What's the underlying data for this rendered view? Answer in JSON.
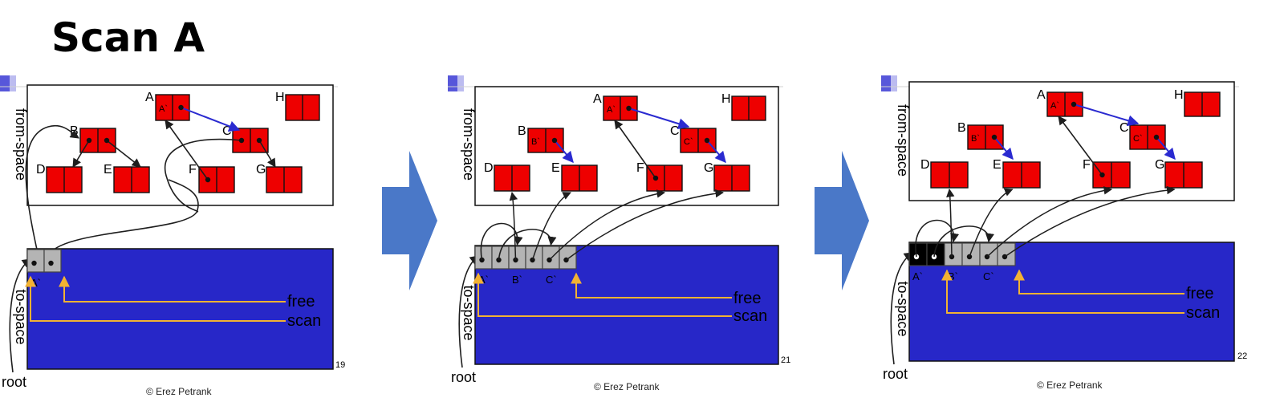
{
  "title": "Scan A",
  "colors": {
    "object_fill": "#ee0000",
    "to_space": "#2727c8",
    "pointer_line": "#1e1e1e",
    "forward_pointer": "#2a2ad0",
    "free_scan": "#f2b233",
    "cell_gray": "#b4b4b4",
    "cell_black": "#000000",
    "arrow_fill": "#4a78c8",
    "edge_mark": "#3a3ad4"
  },
  "icons": [
    "right-arrow-icon",
    "right-arrow-icon"
  ],
  "panels": [
    {
      "page_number": "19",
      "copyright": "© Erez Petrank",
      "from_space_label": "from-space",
      "to_space_label": "to-space",
      "root_label": "root",
      "free_label": "free",
      "scan_label": "scan",
      "objects": [
        {
          "letter": "A",
          "inner": "A`"
        },
        {
          "letter": "B",
          "inner": ""
        },
        {
          "letter": "C",
          "inner": ""
        },
        {
          "letter": "D",
          "inner": ""
        },
        {
          "letter": "E",
          "inner": ""
        },
        {
          "letter": "F",
          "inner": ""
        },
        {
          "letter": "G",
          "inner": ""
        },
        {
          "letter": "H",
          "inner": ""
        }
      ],
      "to_space_cells": [
        {
          "label": "A`",
          "style": "gray"
        }
      ]
    },
    {
      "page_number": "21",
      "copyright": "© Erez Petrank",
      "from_space_label": "from-space",
      "to_space_label": "to-space",
      "root_label": "root",
      "free_label": "free",
      "scan_label": "scan",
      "objects": [
        {
          "letter": "A",
          "inner": "A`"
        },
        {
          "letter": "B",
          "inner": "B`"
        },
        {
          "letter": "C",
          "inner": "C`"
        },
        {
          "letter": "D",
          "inner": ""
        },
        {
          "letter": "E",
          "inner": ""
        },
        {
          "letter": "F",
          "inner": ""
        },
        {
          "letter": "G",
          "inner": ""
        },
        {
          "letter": "H",
          "inner": ""
        }
      ],
      "to_space_cells": [
        {
          "label": "A`",
          "style": "gray"
        },
        {
          "label": "B`",
          "style": "gray"
        },
        {
          "label": "C`",
          "style": "gray"
        }
      ]
    },
    {
      "page_number": "22",
      "copyright": "© Erez Petrank",
      "from_space_label": "from-space",
      "to_space_label": "to-space",
      "root_label": "root",
      "free_label": "free",
      "scan_label": "scan",
      "objects": [
        {
          "letter": "A",
          "inner": "A`"
        },
        {
          "letter": "B",
          "inner": "B`"
        },
        {
          "letter": "C",
          "inner": "C`"
        },
        {
          "letter": "D",
          "inner": ""
        },
        {
          "letter": "E",
          "inner": ""
        },
        {
          "letter": "F",
          "inner": ""
        },
        {
          "letter": "G",
          "inner": ""
        },
        {
          "letter": "H",
          "inner": ""
        }
      ],
      "to_space_cells": [
        {
          "label": "A`",
          "style": "black"
        },
        {
          "label": "B`",
          "style": "gray"
        },
        {
          "label": "C`",
          "style": "gray"
        }
      ]
    }
  ]
}
